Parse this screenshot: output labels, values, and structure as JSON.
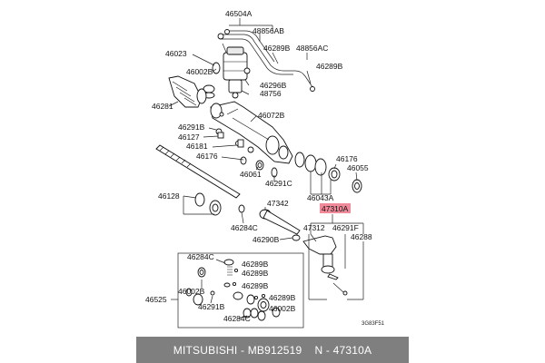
{
  "labels": {
    "l46504A": "46504A",
    "l48856AB": "48856AB",
    "l46289B_top": "46289B",
    "l48856AC": "48856AC",
    "l46289B_right": "46289B",
    "l46023": "46023",
    "l46002B": "46002B",
    "l46296B": "46296B",
    "l48756": "48756",
    "l46281": "46281",
    "l46072B": "46072B",
    "l46291B": "46291B",
    "l46127": "46127",
    "l46181": "46181",
    "l46176_a": "46176",
    "l46061": "46061",
    "l46291C": "46291C",
    "l46176_b": "46176",
    "l46055": "46055",
    "l46043A": "46043A",
    "l46128": "46128",
    "l47342": "47342",
    "l46284C": "46284C",
    "l46290B": "46290B",
    "l47310A": "47310A",
    "l47312": "47312",
    "l46291F": "46291F",
    "l46288": "46288",
    "k46284C_a": "46284C",
    "k46289B_a": "46289B",
    "k46289B_b": "46289B",
    "k46002B_a": "46002B",
    "k46289B_c": "46289B",
    "k46289B_d": "46289B",
    "k46291B": "46291B",
    "k46002B_b": "46002B",
    "k46284C_b": "46284C",
    "l46525": "46525",
    "code": "3G83F51"
  },
  "footer": {
    "brand": "MITSUBISHI",
    "sep1": " - ",
    "part_number": "MB912519",
    "sep2": "    ",
    "ref": "N - 47310A"
  },
  "colors": {
    "highlight": "#f08a9a",
    "footer_bg": "#7f7f7f"
  }
}
